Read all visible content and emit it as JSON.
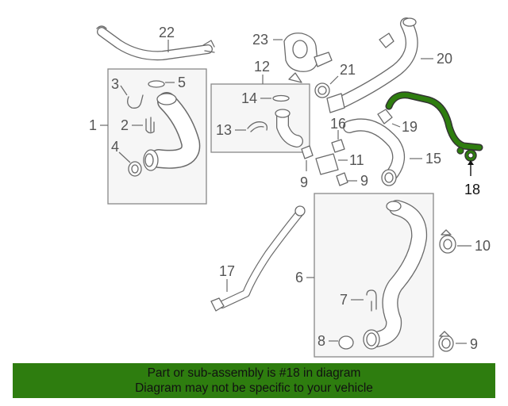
{
  "labels": {
    "l1": "1",
    "l2": "2",
    "l3": "3",
    "l4": "4",
    "l5": "5",
    "l6": "6",
    "l7": "7",
    "l8": "8",
    "l9a": "9",
    "l9b": "9",
    "l9c": "9",
    "l10": "10",
    "l11": "11",
    "l12": "12",
    "l13": "13",
    "l14": "14",
    "l15": "15",
    "l16": "16",
    "l17": "17",
    "l18": "18",
    "l19": "19",
    "l20": "20",
    "l21": "21",
    "l22": "22",
    "l23": "23"
  },
  "highlight_color": "#2e7d0f",
  "banner": {
    "line1": "Part or sub-assembly is #18 in diagram",
    "line2": "Diagram may not be specific to your vehicle"
  }
}
